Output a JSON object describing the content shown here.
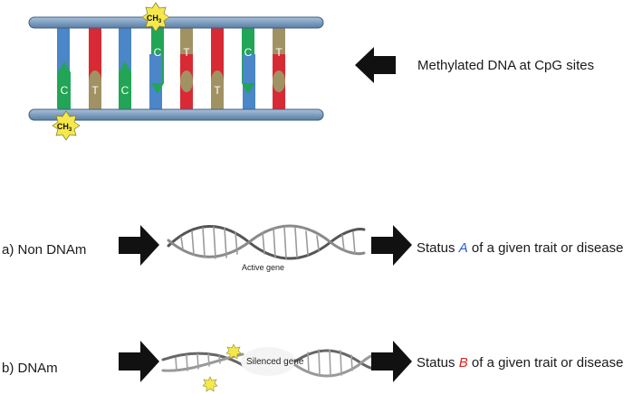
{
  "ladder": {
    "methyl_label": "CH",
    "methyl_sub": "3",
    "base_letters": [
      "C",
      "T",
      "C",
      "C",
      "T",
      "T",
      "C",
      "T"
    ],
    "colors": {
      "backbone": "#7f9fc0",
      "blue": "#4a86c8",
      "red": "#d82a35",
      "green": "#22a556",
      "tan": "#a19263",
      "methyl_star": "#f6e84a"
    }
  },
  "caption": "Methylated DNA at CpG sites",
  "rows": [
    {
      "label": "a) Non DNAm",
      "gene_caption": "Active gene",
      "status_pre": "Status ",
      "status_letter": "A",
      "status_post": " of a given trait or disease"
    },
    {
      "label": "b) DNAm",
      "gene_caption": "Silenced gene",
      "status_pre": "Status ",
      "status_letter": "B",
      "status_post": " of a given trait or disease"
    }
  ]
}
